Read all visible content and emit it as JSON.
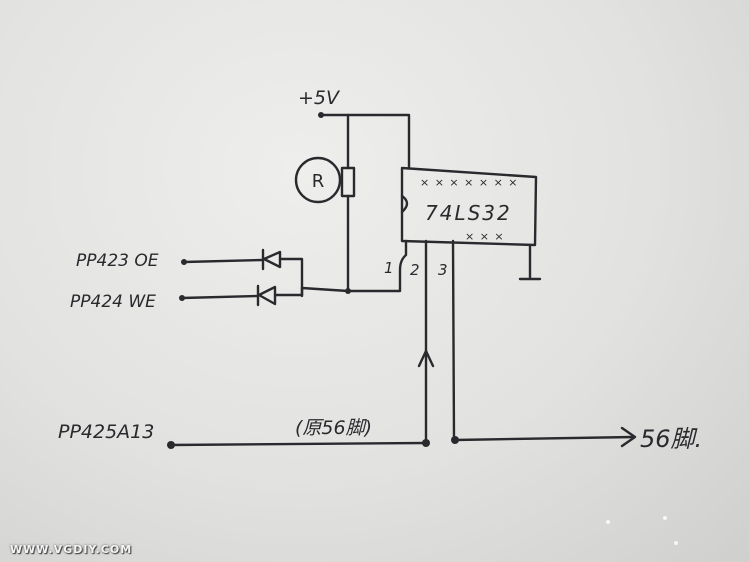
{
  "labels": {
    "supply": "+5V",
    "resistor": "R",
    "chip": "74LS32",
    "pin1": "1",
    "pin2": "2",
    "pin3": "3",
    "input_oe": "PP423 OE",
    "input_we": "PP424 WE",
    "input_a13": "PP425A13",
    "note_orig": "(原56脚)",
    "output": "56脚."
  },
  "chip_marks": {
    "top_row": "× × × × × × ×",
    "bottom_row": "× × ×"
  },
  "watermark": "WWW.VGDIY.COM",
  "colors": {
    "ink": "#2a2a2e",
    "paper": "#e6e6e4"
  }
}
